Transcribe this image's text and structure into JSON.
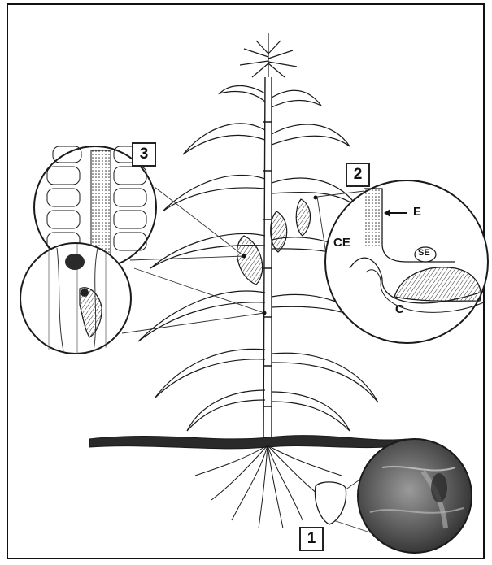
{
  "callouts": [
    {
      "number": "1"
    },
    {
      "number": "2"
    },
    {
      "number": "3"
    }
  ],
  "inset_labels": {
    "e": "E",
    "ce": "CE",
    "se": "SE",
    "c": "C"
  },
  "colors": {
    "ink": "#1a1a1a",
    "photo_dark": "#3a3a3a",
    "photo_light": "#bdbdbd"
  }
}
